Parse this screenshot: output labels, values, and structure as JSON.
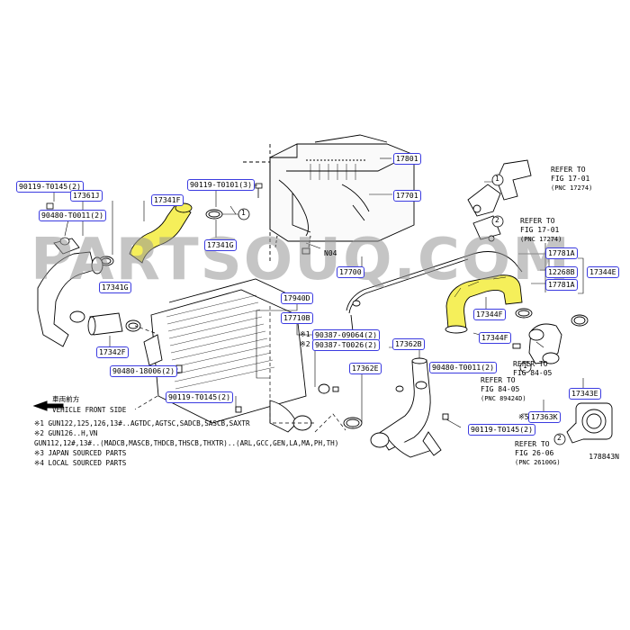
{
  "diagram_id": "178843N",
  "watermark": "PARTSOUQ.COM",
  "highlight_color": "#f5ef5a",
  "label_border_color": "#3b3be0",
  "part_labels": {
    "p90119_t0145_a": "90119-T0145(2)",
    "p17361j": "17361J",
    "p17341f": "17341F",
    "p90119_t0101": "90119-T0101(3)",
    "p17801": "17801",
    "p17701": "17701",
    "p90480_t0011_a": "90480-T0011(2)",
    "p17341g_a": "17341G",
    "n04": "N04",
    "p17700": "17700",
    "p17341g_b": "17341G",
    "p17781a_a": "17781A",
    "p12268b": "12268B",
    "p17344e": "17344E",
    "p17781a_b": "17781A",
    "p17940d": "17940D",
    "p17710b": "17710B",
    "p90387_09064": "90387-09064(2)",
    "p90387_t0026": "90387-T0026(2)",
    "p17344f_a": "17344F",
    "p17344f_b": "17344F",
    "p17342f": "17342F",
    "p17362b": "17362B",
    "p90480_18006": "90480-18006(2)",
    "p17362e": "17362E",
    "p90480_t0011_b": "90480-T0011(2)",
    "p17343e": "17343E",
    "p90119_t0145_b": "90119-T0145(2)",
    "p17363k": "17363K",
    "p90119_t0145_c": "90119-T0145(2)"
  },
  "circle_markers": [
    "1",
    "1",
    "2",
    "1",
    "2"
  ],
  "note_markers": {
    "m1": "※1",
    "m2": "※2",
    "m5": "※5"
  },
  "refs": [
    {
      "line1": "REFER TO",
      "line2": "FIG 17-01",
      "line3": "(PNC 17274)"
    },
    {
      "line1": "REFER TO",
      "line2": "FIG 17-01",
      "line3": "(PNC 17274)"
    },
    {
      "line1": "REFER TO",
      "line2": "FIG 84-05",
      "line3": ""
    },
    {
      "line1": "REFER TO",
      "line2": "FIG 84-05",
      "line3": "(PNC 89424D)"
    },
    {
      "line1": "REFER TO",
      "line2": "FIG 26-06",
      "line3": "(PNC 26100G)"
    }
  ],
  "vehicle_front": {
    "jp": "車両前方",
    "en": "VEHICLE FRONT SIDE"
  },
  "notes": [
    "※1 GUN122,125,126,13#..AGTDC,AGTSC,SADCB,SASCB,SAXTR",
    "※2 GUN126..H,VN",
    "    GUN112,12#,13#..(MADCB,MASCB,THDCB,THSCB,THXTR)..(ARL,GCC,GEN,LA,MA,PH,TH)",
    "※3 JAPAN SOURCED PARTS",
    "※4 LOCAL SOURCED PARTS"
  ]
}
